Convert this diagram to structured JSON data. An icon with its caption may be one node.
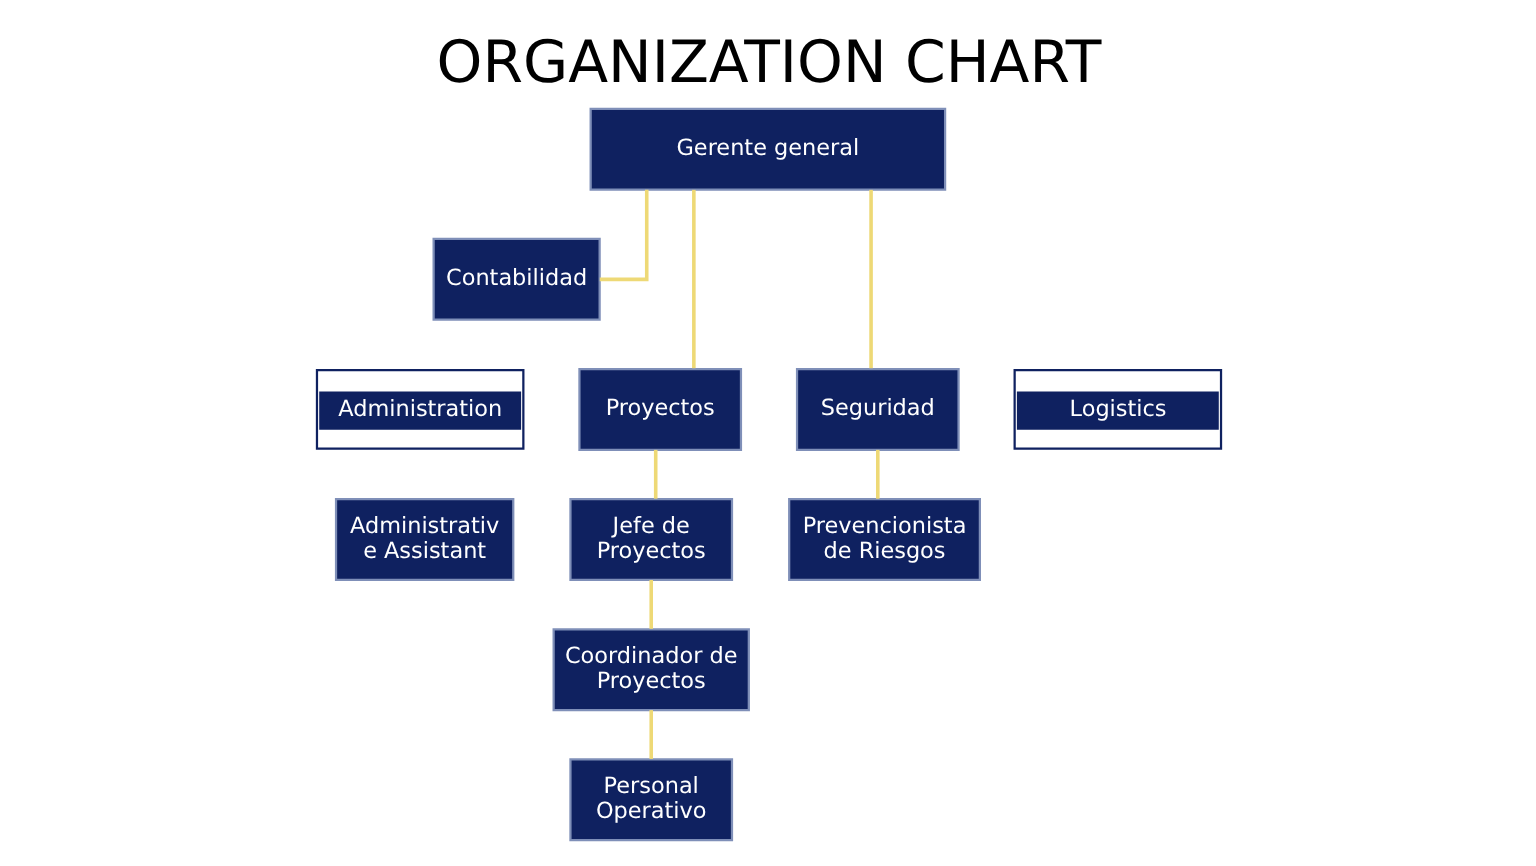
{
  "diagram": {
    "title": "ORGANIZATION CHART",
    "nodes": [
      {
        "text": [
          "Gerente general"
        ]
      },
      {
        "text": [
          "Contabilidad"
        ]
      },
      {
        "text": [
          "Administration"
        ]
      },
      {
        "text": [
          "Proyectos"
        ]
      },
      {
        "text": [
          "Seguridad"
        ]
      },
      {
        "text": [
          "Logistics"
        ]
      },
      {
        "text": [
          "Administrativ e Assistant"
        ]
      },
      {
        "text": [
          "Jefe de Proyectos"
        ]
      },
      {
        "text": [
          "Prevencionista de Riesgos"
        ]
      },
      {
        "text": [
          "Coordinador de Proyectos"
        ]
      },
      {
        "text": [
          "Personal Operativo"
        ]
      }
    ],
    "edges": [
      {
        "from": 0,
        "to": 1,
        "arrow": "none"
      },
      {
        "from": 0,
        "to": 3,
        "arrow": "none"
      },
      {
        "from": 0,
        "to": 4,
        "arrow": "none"
      },
      {
        "from": 3,
        "to": 7,
        "arrow": "none"
      },
      {
        "from": 4,
        "to": 8,
        "arrow": "none"
      },
      {
        "from": 7,
        "to": 9,
        "arrow": "none"
      },
      {
        "from": 9,
        "to": 10,
        "arrow": "none"
      }
    ]
  }
}
